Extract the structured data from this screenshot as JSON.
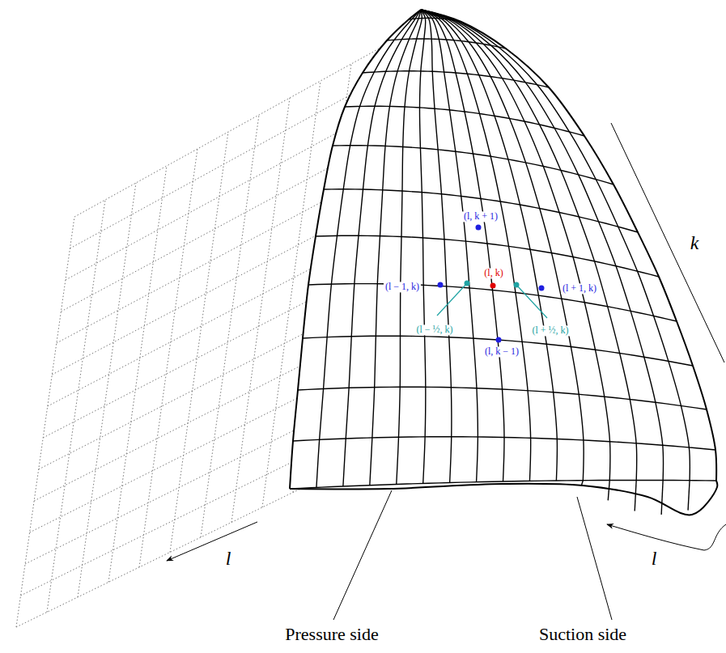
{
  "diagram": {
    "labels": [
      "(l, k + 1)",
      "(l − 1, k)",
      "(l, k)",
      "(l + 1, k)",
      "(l − ½, k)",
      "(l + ½, k)",
      "(l, k − 1)",
      "k",
      "l",
      "l",
      "Pressure side",
      "Suction side"
    ]
  }
}
